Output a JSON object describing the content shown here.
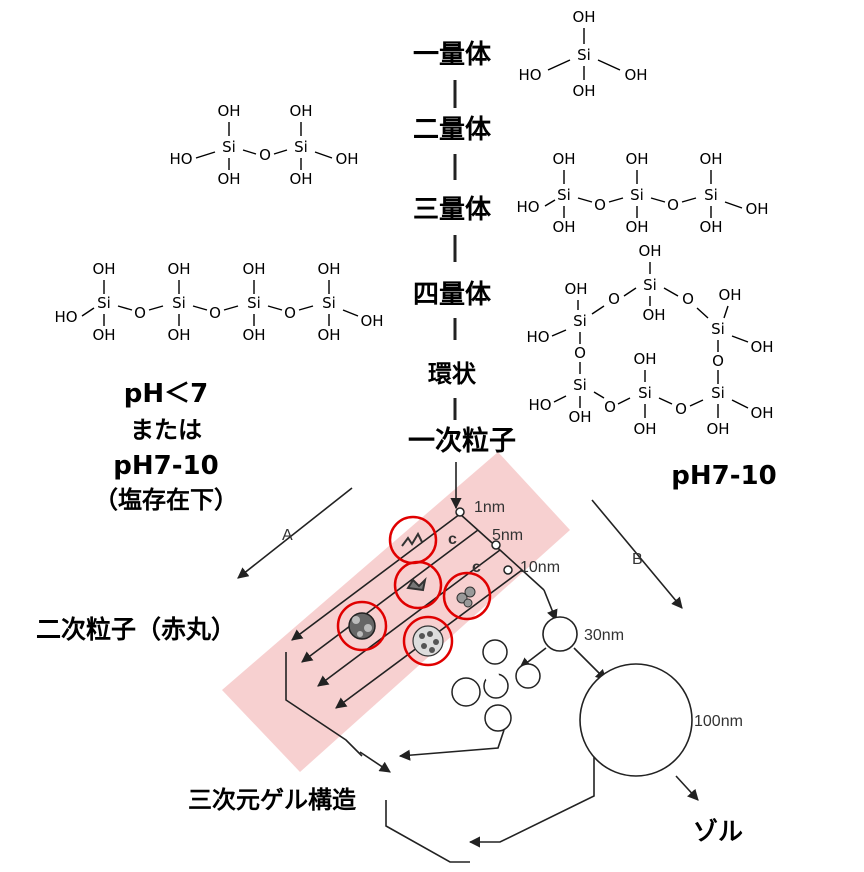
{
  "stages": {
    "monomer": "一量体",
    "dimer": "二量体",
    "trimer": "三量体",
    "tetramer": "四量体",
    "cyclic": "環状",
    "primary_particle": "一次粒子"
  },
  "conditions": {
    "acid_line1": "pH＜7",
    "acid_line2": "または",
    "acid_line3": "pH7-10",
    "acid_line4": "（塩存在下）",
    "basic": "pH7-10"
  },
  "products": {
    "secondary_particle": "二次粒子（赤丸）",
    "gel": "三次元ゲル構造",
    "sol": "ゾル"
  },
  "path_labels": {
    "a": "A",
    "b": "B",
    "c1": "c",
    "c2": "c"
  },
  "sizes": {
    "s1": "1nm",
    "s5": "5nm",
    "s10": "10nm",
    "s30": "30nm",
    "s100": "100nm"
  },
  "chem": {
    "OH": "OH",
    "HO": "HO",
    "Si": "Si",
    "O": "O"
  },
  "colors": {
    "highlight_band": "#f4b8b8",
    "circle": "#e00000"
  }
}
